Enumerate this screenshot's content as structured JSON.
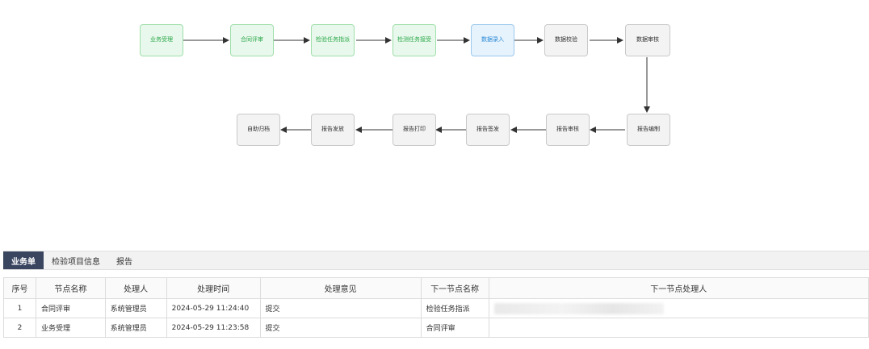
{
  "flow": {
    "nodes": [
      {
        "label": "业务受理",
        "status": "done"
      },
      {
        "label": "合同评审",
        "status": "done"
      },
      {
        "label": "检验任务指派",
        "status": "done"
      },
      {
        "label": "检测任务接受",
        "status": "done"
      },
      {
        "label": "数据录入",
        "status": "current"
      },
      {
        "label": "数据校验",
        "status": "pending"
      },
      {
        "label": "数据审核",
        "status": "pending"
      },
      {
        "label": "报告编制",
        "status": "pending"
      },
      {
        "label": "报告审核",
        "status": "pending"
      },
      {
        "label": "报告签发",
        "status": "pending"
      },
      {
        "label": "报告打印",
        "status": "pending"
      },
      {
        "label": "报告发放",
        "status": "pending"
      },
      {
        "label": "自助归档",
        "status": "pending"
      }
    ],
    "colors": {
      "done": "#2aa84a",
      "current": "#2b8ad6",
      "pending": "#333333",
      "arrow": "#333333"
    }
  },
  "tabs": [
    {
      "label": "业务单",
      "active": true
    },
    {
      "label": "检验项目信息",
      "active": false
    },
    {
      "label": "报告",
      "active": false
    }
  ],
  "table": {
    "headers": {
      "seq": "序号",
      "node_name": "节点名称",
      "handler": "处理人",
      "time": "处理时间",
      "opinion": "处理意见",
      "next_node": "下一节点名称",
      "next_handler": "下一节点处理人"
    },
    "rows": [
      {
        "seq": "1",
        "node_name": "合同评审",
        "handler": "系统管理员",
        "time": "2024-05-29 11:24:40",
        "opinion": "提交",
        "next_node": "检验任务指派",
        "next_handler_blurred": true
      },
      {
        "seq": "2",
        "node_name": "业务受理",
        "handler": "系统管理员",
        "time": "2024-05-29 11:23:58",
        "opinion": "提交",
        "next_node": "合同评审",
        "next_handler_blurred": false
      }
    ]
  }
}
